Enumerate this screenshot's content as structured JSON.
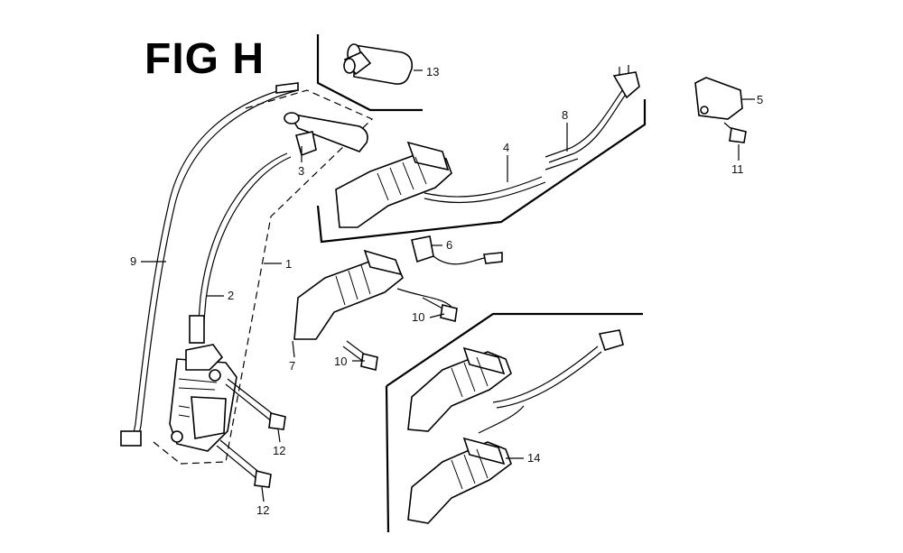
{
  "figure": {
    "title": "FIG H"
  },
  "callouts": [
    {
      "id": "13",
      "label": "13"
    },
    {
      "id": "8",
      "label": "8"
    },
    {
      "id": "5",
      "label": "5"
    },
    {
      "id": "4",
      "label": "4"
    },
    {
      "id": "11",
      "label": "11"
    },
    {
      "id": "3",
      "label": "3"
    },
    {
      "id": "6",
      "label": "6"
    },
    {
      "id": "9",
      "label": "9"
    },
    {
      "id": "1",
      "label": "1"
    },
    {
      "id": "2",
      "label": "2"
    },
    {
      "id": "10a",
      "label": "10"
    },
    {
      "id": "7",
      "label": "7"
    },
    {
      "id": "10b",
      "label": "10"
    },
    {
      "id": "14",
      "label": "14"
    },
    {
      "id": "12a",
      "label": "12"
    },
    {
      "id": "12b",
      "label": "12"
    }
  ]
}
